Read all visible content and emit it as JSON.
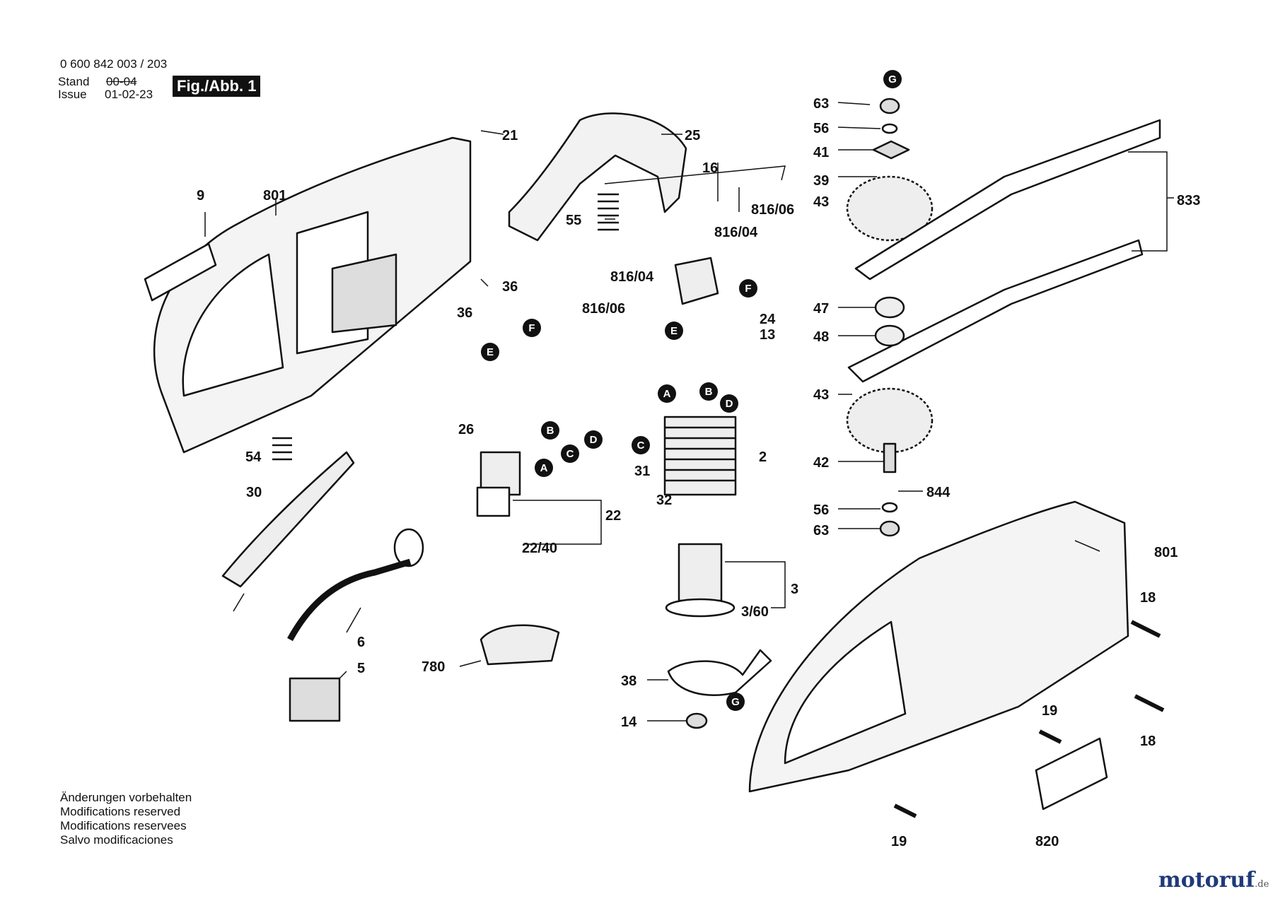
{
  "header": {
    "part_number": "0 600 842 003 / 203",
    "stand_label": "Stand",
    "stand_value": "00-04",
    "issue_label": "Issue",
    "issue_value": "01-02-23",
    "fig_label": "Fig./Abb. 1"
  },
  "notes": [
    "Änderungen vorbehalten",
    "Modifications reserved",
    "Modifications reservees",
    "Salvo modificaciones"
  ],
  "logo": {
    "name": "motoruf",
    "tld": ".de"
  },
  "part_labels": [
    "21",
    "25",
    "16",
    "9",
    "801",
    "816/06",
    "816/04",
    "55",
    "816/04",
    "36",
    "816/06",
    "36",
    "24",
    "13",
    "26",
    "54",
    "30",
    "31",
    "32",
    "22",
    "22/40",
    "2",
    "3",
    "3/60",
    "6",
    "5",
    "780",
    "38",
    "14",
    "63",
    "56",
    "41",
    "39",
    "43",
    "833",
    "47",
    "48",
    "43",
    "42",
    "844",
    "56",
    "63",
    "801",
    "18",
    "18",
    "19",
    "19",
    "820"
  ],
  "connector_labels": [
    "G",
    "F",
    "E",
    "F",
    "E",
    "B",
    "C",
    "D",
    "A",
    "A",
    "B",
    "D",
    "C",
    "G"
  ],
  "colors": {
    "line": "#111111",
    "logo_blue": "#1f3a7a",
    "logo_accent": "#d83a1e"
  }
}
